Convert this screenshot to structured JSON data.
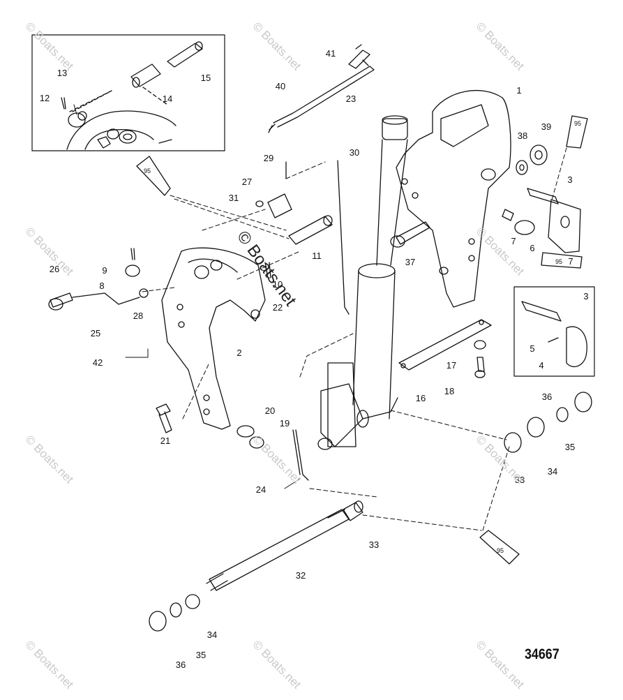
{
  "watermark": "© Boats.net",
  "figure_number": "34667",
  "lube_code": "95",
  "parts": [
    "1",
    "2",
    "3",
    "4",
    "5",
    "6",
    "7",
    "8",
    "9",
    "10",
    "11",
    "12",
    "13",
    "14",
    "15",
    "16",
    "17",
    "18",
    "19",
    "20",
    "21",
    "22",
    "23",
    "24",
    "25",
    "26",
    "27",
    "28",
    "29",
    "30",
    "31",
    "32",
    "33",
    "34",
    "35",
    "36",
    "37",
    "38",
    "39",
    "40",
    "41",
    "42"
  ],
  "callouts": {
    "p1": "1",
    "p2": "2",
    "p3a": "3",
    "p3b": "3",
    "p4": "4",
    "p5": "5",
    "p6": "6",
    "p7a": "7",
    "p7b": "7",
    "p8": "8",
    "p9": "9",
    "p10": "10",
    "p11": "11",
    "p12": "12",
    "p13": "13",
    "p14": "14",
    "p15": "15",
    "p16": "16",
    "p17": "17",
    "p18": "18",
    "p19": "19",
    "p20": "20",
    "p21": "21",
    "p22": "22",
    "p23": "23",
    "p24": "24",
    "p25": "25",
    "p26": "26",
    "p27": "27",
    "p28": "28",
    "p29": "29",
    "p30": "30",
    "p31": "31",
    "p32": "32",
    "p33a": "33",
    "p33b": "33",
    "p34a": "34",
    "p34b": "34",
    "p35a": "35",
    "p35b": "35",
    "p36a": "36",
    "p36b": "36",
    "p37": "37",
    "p38": "38",
    "p39": "39",
    "p40": "40",
    "p41": "41",
    "p42": "42"
  }
}
